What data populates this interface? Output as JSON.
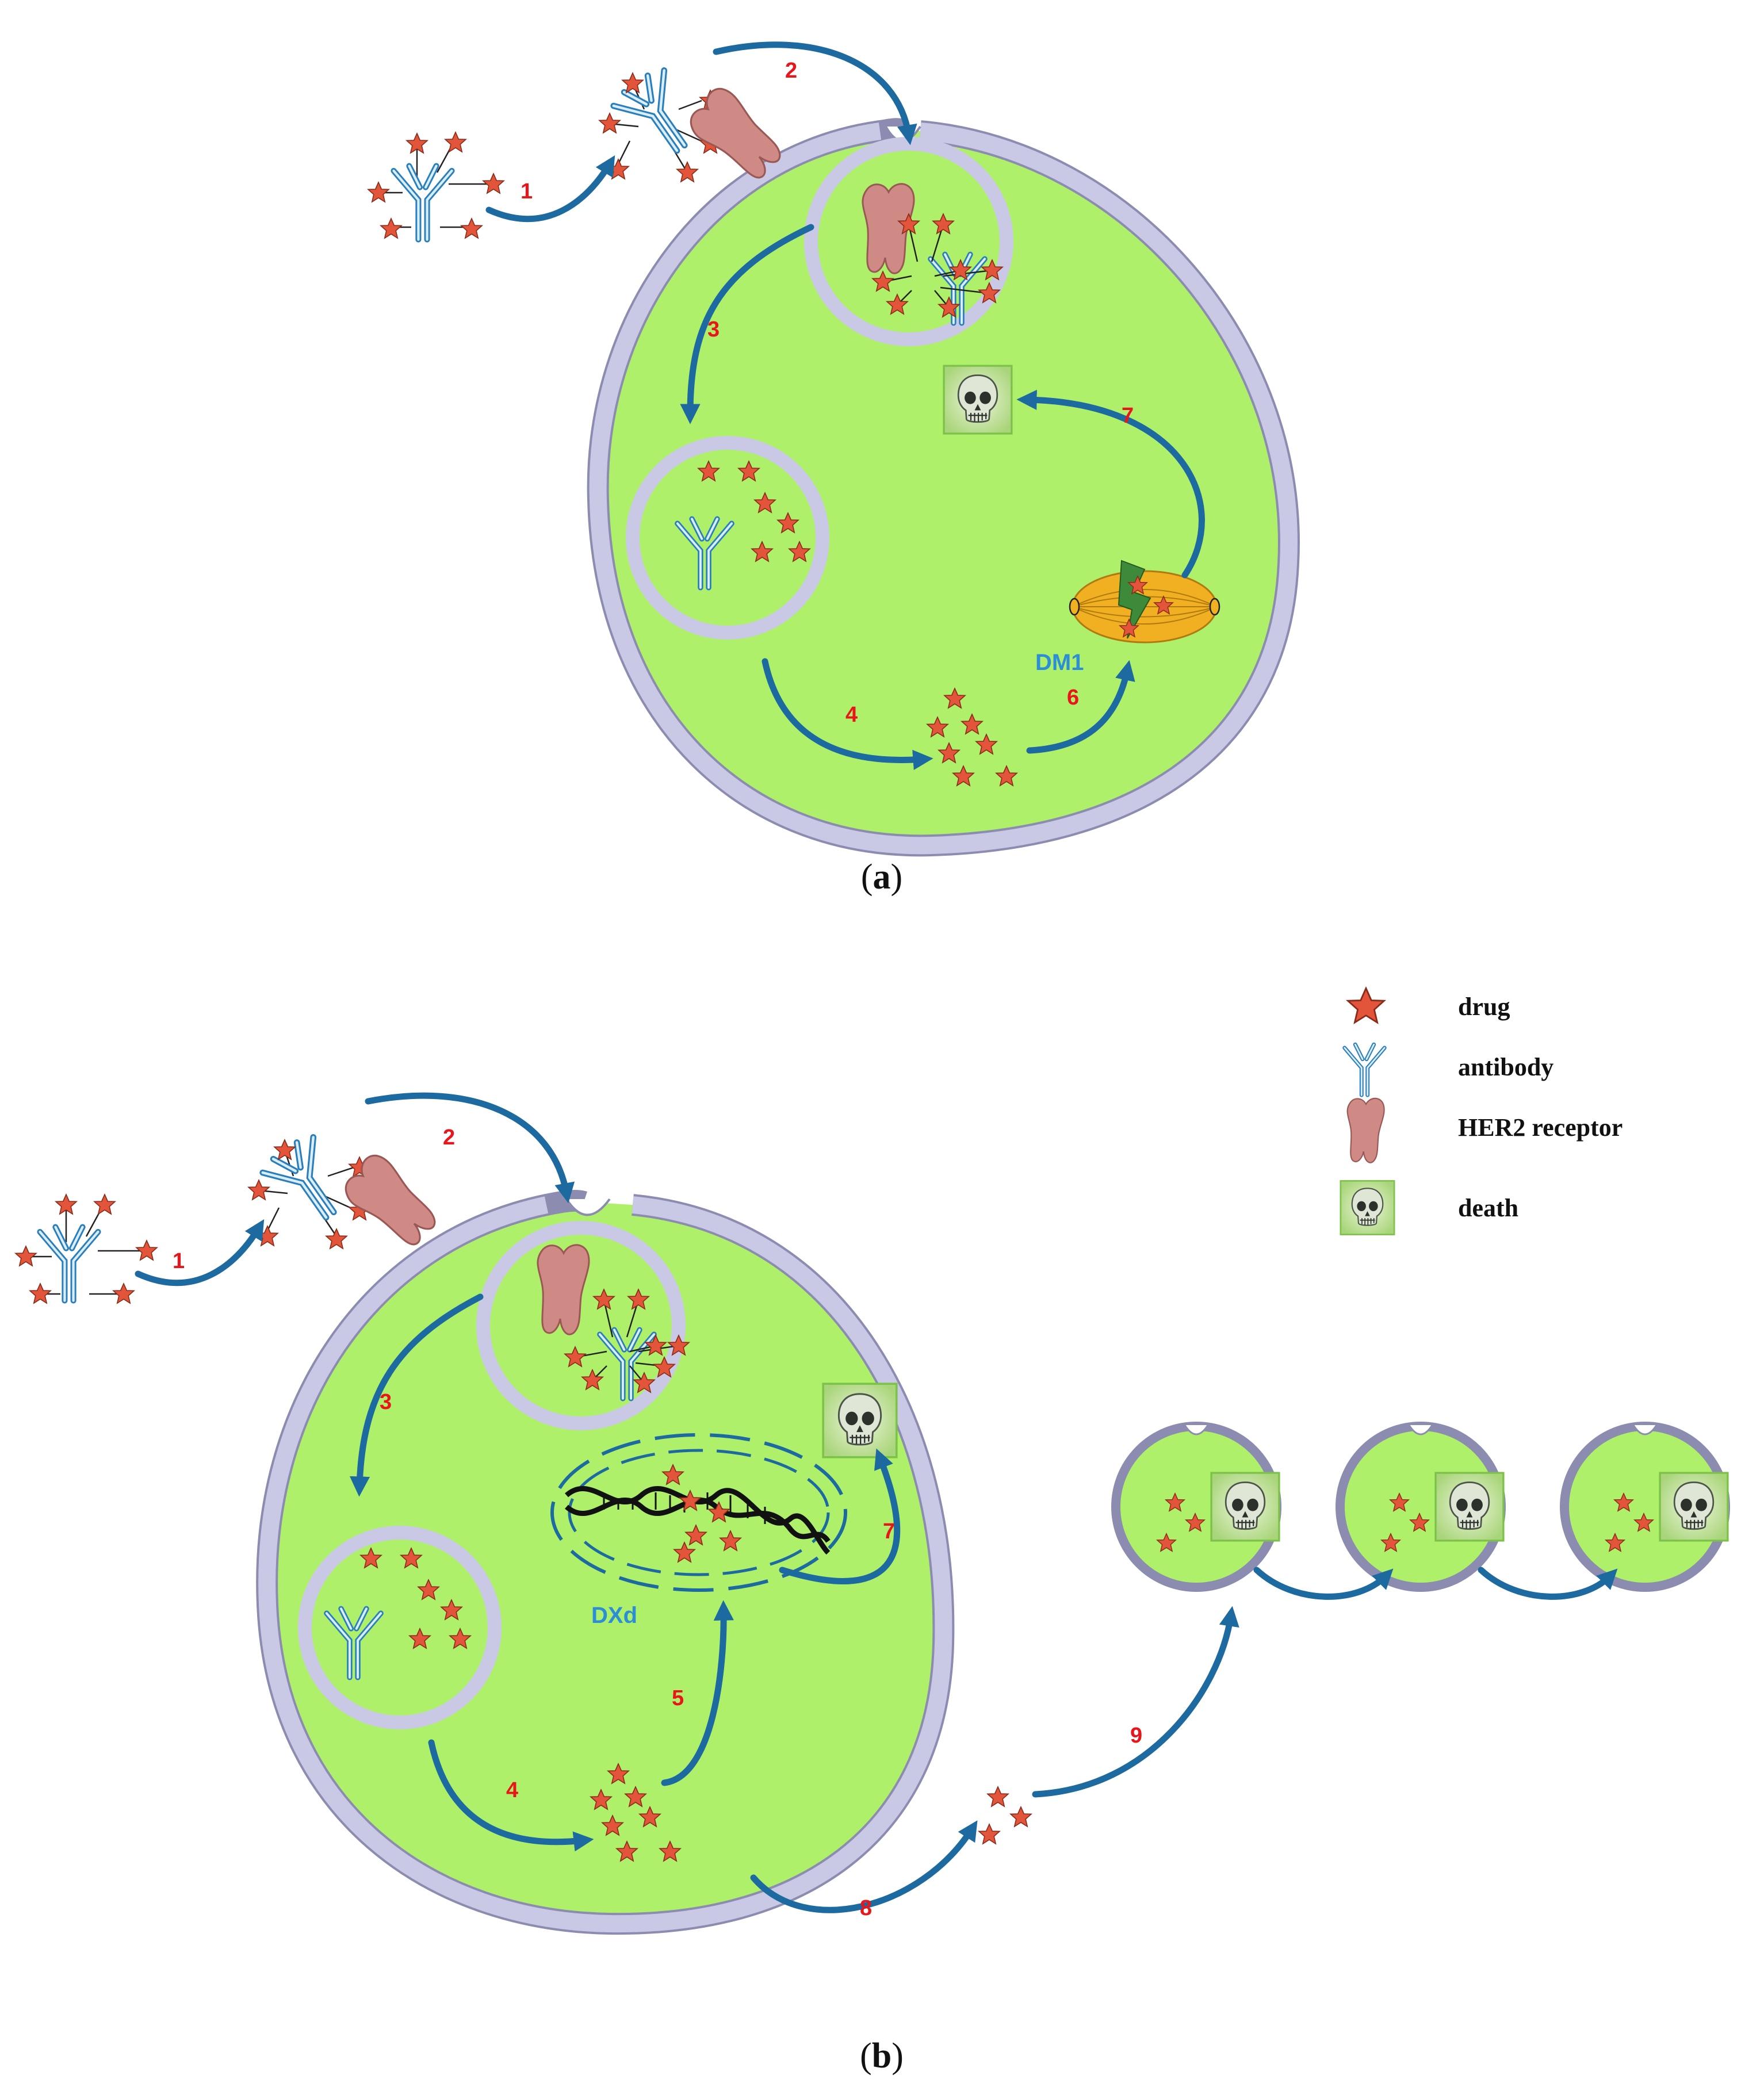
{
  "colors": {
    "cell_fill": "#aef06a",
    "membrane": "#c9c9e6",
    "membrane_stroke": "#8c8cb0",
    "arrow": "#1c6aa0",
    "drug_star": "#e2553a",
    "antibody": "#3a9ad6",
    "receptor": "#cf8a86",
    "step_number": "#e8151b",
    "drug_name": "#2b8ed6",
    "spindle": "#f0b021"
  },
  "legend": {
    "drug": {
      "label": "drug",
      "icon": "star-icon"
    },
    "antibody": {
      "label": "antibody",
      "icon": "antibody-icon"
    },
    "receptor": {
      "label": "HER2 receptor",
      "icon": "receptor-icon"
    },
    "death": {
      "label": "death",
      "icon": "skull-icon"
    }
  },
  "panel_a": {
    "label_open": "(",
    "label_letter": "a",
    "label_close": ")",
    "payload_name": "DM1",
    "steps": [
      "1",
      "2",
      "3",
      "4",
      "6",
      "7"
    ]
  },
  "panel_b": {
    "label_open": "(",
    "label_letter": "b",
    "label_close": ")",
    "payload_name": "DXd",
    "steps": [
      "1",
      "2",
      "3",
      "4",
      "5",
      "7",
      "8",
      "9"
    ]
  }
}
